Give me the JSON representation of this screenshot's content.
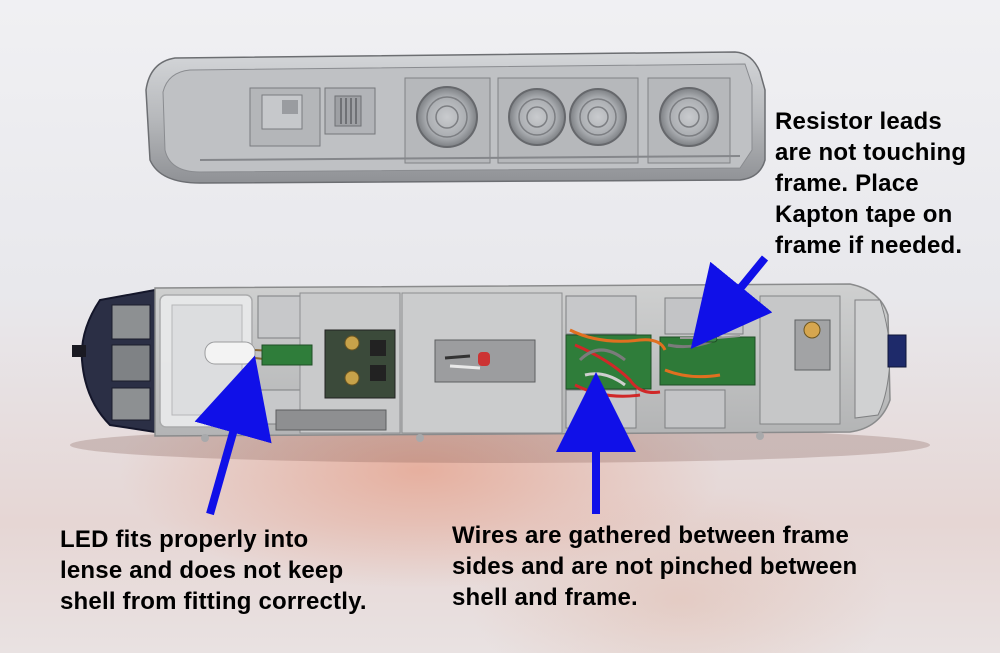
{
  "captions": {
    "resistor": "Resistor leads\nare not touching\nframe.  Place\nKapton tape on\nframe if needed.",
    "led": "LED fits properly into\nlense and does not keep\nshell from fitting correctly.",
    "wires": "Wires are gathered between frame\nsides and are not pinched between\nshell and frame."
  },
  "colors": {
    "arrow": "#1010e8",
    "shell": "#b9bbbe",
    "frame": "#c8c8c8",
    "circuit_board": "#2f7d3a"
  }
}
